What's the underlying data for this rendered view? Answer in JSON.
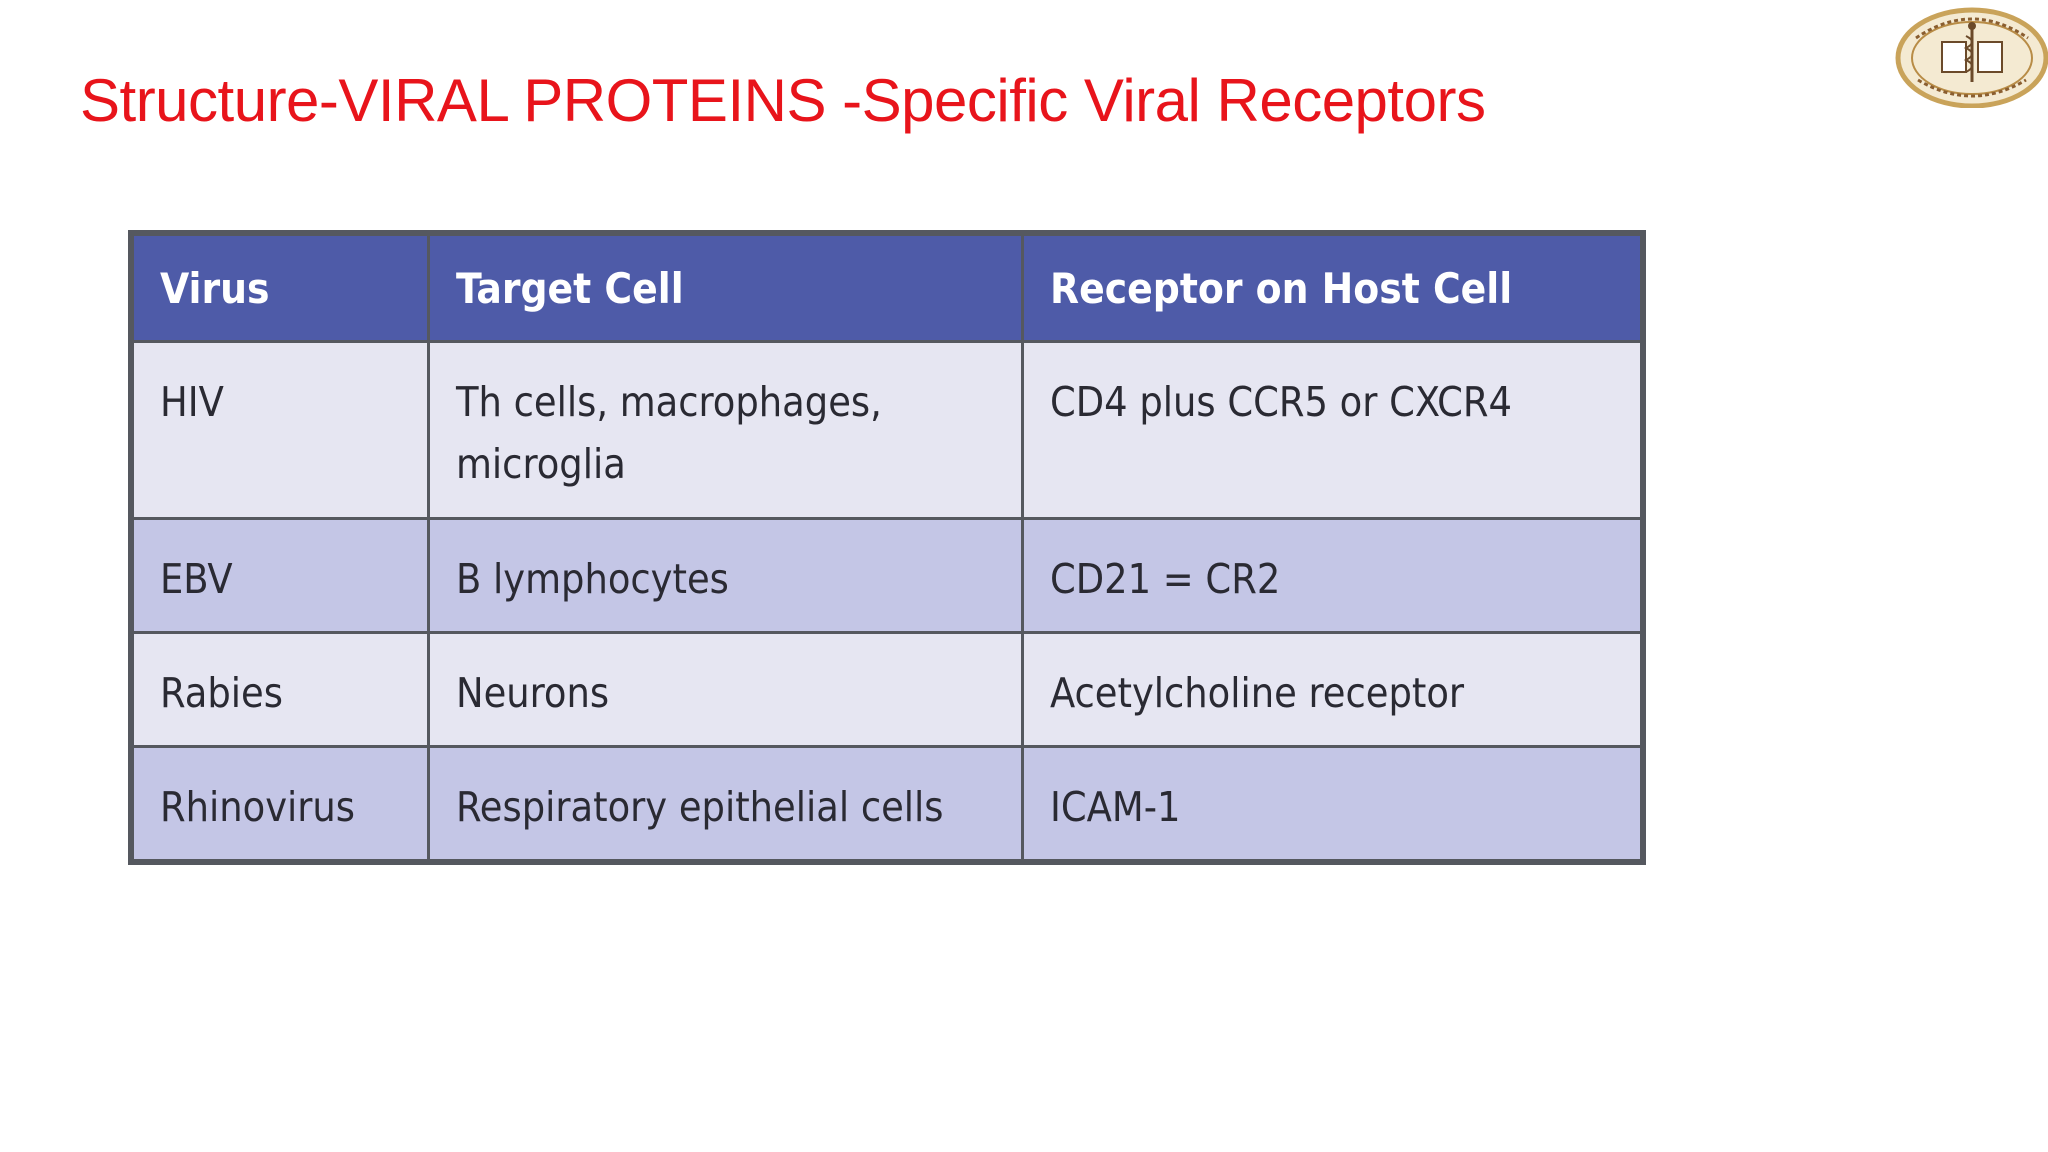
{
  "title": "Structure-VIRAL PROTEINS -Specific Viral Receptors",
  "logo": {
    "icon": "medical-college-seal-icon",
    "colors": {
      "ring": "#c9a35a",
      "inner": "#f4ead2",
      "ink": "#6b4a2a"
    }
  },
  "colors": {
    "title": "#e8141b",
    "header_bg": "#4e5ba8",
    "row_light": "#e6e6f2",
    "row_dark": "#c4c6e6",
    "border": "#55585f"
  },
  "table": {
    "headers": [
      "Virus",
      "Target Cell",
      "Receptor on Host Cell"
    ],
    "rows": [
      {
        "virus": "HIV",
        "target_line1": "Th cells, macrophages,",
        "target_line2": "microglia",
        "receptor": "CD4 plus CCR5 or CXCR4"
      },
      {
        "virus": "EBV",
        "target_line1": "B lymphocytes",
        "target_line2": "",
        "receptor": "CD21 = CR2"
      },
      {
        "virus": "Rabies",
        "target_line1": "Neurons",
        "target_line2": "",
        "receptor": "Acetylcholine receptor"
      },
      {
        "virus": "Rhinovirus",
        "target_line1": "Respiratory epithelial cells",
        "target_line2": "",
        "receptor": "ICAM-1"
      }
    ]
  }
}
